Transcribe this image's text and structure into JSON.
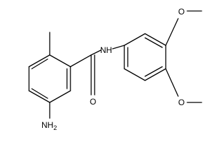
{
  "molecule": {
    "atoms": {
      "nh": "NH",
      "o_carbonyl": "O",
      "amine_n": "NH",
      "amine_sub": "2",
      "o_methoxy_top": "O",
      "o_methoxy_bottom": "O"
    }
  }
}
